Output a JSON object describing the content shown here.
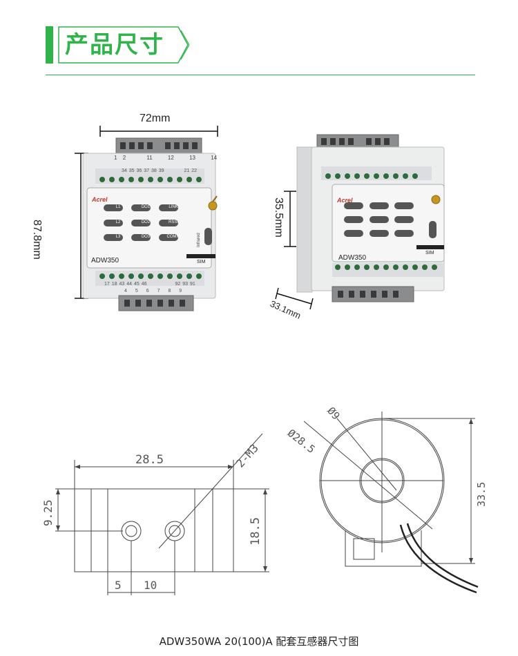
{
  "header": {
    "title": "产品尺寸"
  },
  "front_view": {
    "width_dim": "72mm",
    "height_dim": "87.8mm",
    "brand": "Acrel",
    "model": "ADW350",
    "top_terminal_numbers": [
      "1",
      "2",
      "11",
      "12",
      "13",
      "14"
    ],
    "top_row_numbers": [
      "34",
      "35",
      "36",
      "37",
      "38",
      "39",
      "21",
      "22"
    ],
    "buttons": [
      "L1",
      "DO1",
      "LINK",
      "L2",
      "DO2",
      "RSSI",
      "L3",
      "DO3",
      "COMM"
    ],
    "infrared_label": "Infrared",
    "sim_label": "SIM",
    "bottom_row_numbers": [
      "17",
      "18",
      "43",
      "44",
      "45",
      "46",
      "92",
      "93",
      "91"
    ],
    "bottom_terminal_numbers": [
      "4",
      "5",
      "6",
      "7",
      "8",
      "9"
    ]
  },
  "side_view": {
    "height_dim": "35.5mm",
    "depth_dim": "33.1mm",
    "brand": "Acrel",
    "model": "ADW350",
    "sim_label": "SIM"
  },
  "ct_drawing": {
    "width": "28.5",
    "hole_offset": "9.25",
    "height": "18.5",
    "screw": "2-M3",
    "spacing_a": "5",
    "spacing_b": "10",
    "outer_dia": "Ø28.5",
    "inner_dia": "Ø9",
    "total_height": "33.5"
  },
  "caption": "ADW350WA 20(100)A 配套互感器尺寸图"
}
